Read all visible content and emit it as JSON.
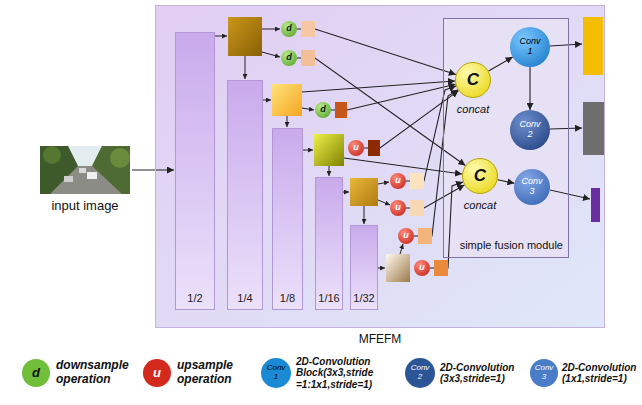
{
  "diagram": {
    "nodes": [
      {
        "text": [
          "MFEFM"
        ]
      },
      {
        "text": [
          "1/2"
        ],
        "in": 0
      },
      {
        "text": [
          "1/4"
        ],
        "in": 0
      },
      {
        "text": [
          "d"
        ],
        "in": 0
      },
      {
        "text": [
          "d"
        ],
        "in": 0
      },
      {
        "text": [
          "1/8"
        ],
        "in": 0
      },
      {
        "text": [
          "d"
        ],
        "in": 0
      },
      {
        "text": [
          "1/16"
        ],
        "in": 0
      },
      {
        "text": [
          "u"
        ],
        "in": 0
      },
      {
        "text": [
          "1/32"
        ],
        "in": 0
      },
      {
        "text": [
          "u"
        ],
        "in": 0
      },
      {
        "text": [
          "u"
        ],
        "in": 0
      },
      {
        "text": [
          "u"
        ],
        "in": 0
      },
      {
        "text": [
          "u"
        ],
        "in": 0
      },
      {
        "text": [
          "simple fusion module"
        ],
        "in": 0
      },
      {
        "text": [
          "C",
          "concat"
        ],
        "in": 14
      },
      {
        "text": [
          "C",
          "concat"
        ],
        "in": 14
      },
      {
        "text": [
          "Conv 1"
        ],
        "in": 14
      },
      {
        "text": [
          "Conv 2"
        ],
        "in": 14
      },
      {
        "text": [
          "Conv 3"
        ],
        "in": 14
      }
    ],
    "edges": [
      {
        "from": 3,
        "to": 15,
        "arrow": "to"
      },
      {
        "from": 4,
        "to": 16,
        "arrow": "to"
      },
      {
        "from": 6,
        "to": 15,
        "arrow": "to"
      },
      {
        "from": 8,
        "to": 15,
        "arrow": "to"
      },
      {
        "from": 10,
        "to": 15,
        "arrow": "to"
      },
      {
        "from": 11,
        "to": 16,
        "arrow": "to"
      },
      {
        "from": 12,
        "to": 15,
        "arrow": "to"
      },
      {
        "from": 13,
        "to": 16,
        "arrow": "to"
      },
      {
        "from": 15,
        "to": 17,
        "arrow": "to"
      },
      {
        "from": 17,
        "to": 18,
        "arrow": "to"
      },
      {
        "from": 16,
        "to": 19,
        "arrow": "to"
      }
    ],
    "labels": [
      "input image",
      "d",
      "u",
      "Conv 1",
      "Conv 2",
      "Conv 3"
    ],
    "legend": [
      {
        "text": "downsample operation",
        "color": "#6fbf3a"
      },
      {
        "text": "upsample operation",
        "color": "#d42a1e"
      },
      {
        "text": "2D-Convolution Block(3x3,stride =1:1x1,stride=1)",
        "color": "#1a8ad4"
      },
      {
        "text": "2D-Convolution (3x3,stride=1)",
        "color": "#2b5597"
      },
      {
        "text": "2D-Convolution (1x1,stride=1)",
        "color": "#4a7cc8"
      }
    ]
  }
}
